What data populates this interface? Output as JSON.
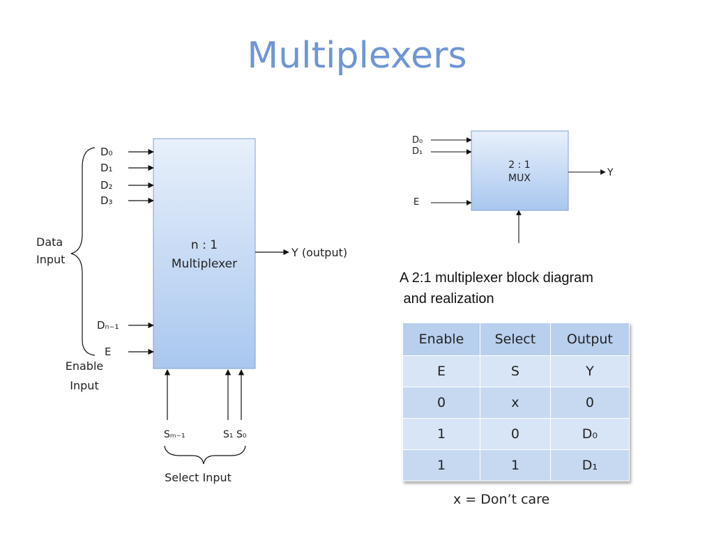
{
  "title": "Multiplexers",
  "big_mux": {
    "inputs": [
      "D₀",
      "D₁",
      "D₂",
      "D₃",
      "Dₙ₋₁",
      "E"
    ],
    "block_line1": "n : 1",
    "block_line2": "Multiplexer",
    "output": "Y (output)",
    "data_input_line1": "Data",
    "data_input_line2": "Input",
    "enable_input_line1": "Enable",
    "enable_input_line2": "Input",
    "selects": [
      "Sₘ₋₁",
      "S₁",
      "S₀"
    ],
    "select_input": "Select Input"
  },
  "small_mux": {
    "inputs": [
      "D₀",
      "D₁",
      "E"
    ],
    "block_line1": "2 : 1",
    "block_line2": "MUX",
    "output": "Y"
  },
  "caption": {
    "line1": "A 2:1 multiplexer block diagram",
    "line2": " and realization"
  },
  "truth_table": {
    "headers": [
      "Enable",
      "Select",
      "Output"
    ],
    "rows": [
      [
        "E",
        "S",
        "Y"
      ],
      [
        "0",
        "x",
        "0"
      ],
      [
        "1",
        "0",
        "D₀"
      ],
      [
        "1",
        "1",
        "D₁"
      ]
    ]
  },
  "footnote": "x = Don’t care",
  "colors": {
    "title": "#6f96d6",
    "block_top": "#e8f0fb",
    "block_bottom": "#a9c7ef",
    "table_header": "#b8cfee"
  }
}
